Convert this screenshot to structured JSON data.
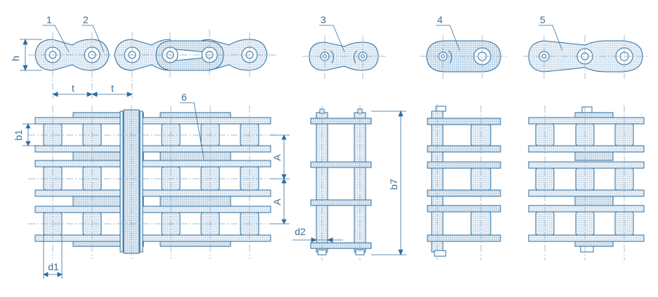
{
  "callouts": [
    "1",
    "2",
    "3",
    "4",
    "5",
    "6"
  ],
  "dimensions": {
    "h": "h",
    "t1": "t",
    "t2": "t",
    "b1": "b1",
    "d1": "d1",
    "d2": "d2",
    "A1": "A",
    "A2": "A",
    "b7": "b7"
  },
  "colors": {
    "line": "#2f6d9e",
    "fill": "#e4eef6",
    "fill_dark": "#cfdfec",
    "centerline": "#7fa8c9",
    "text": "#3d6f97"
  }
}
